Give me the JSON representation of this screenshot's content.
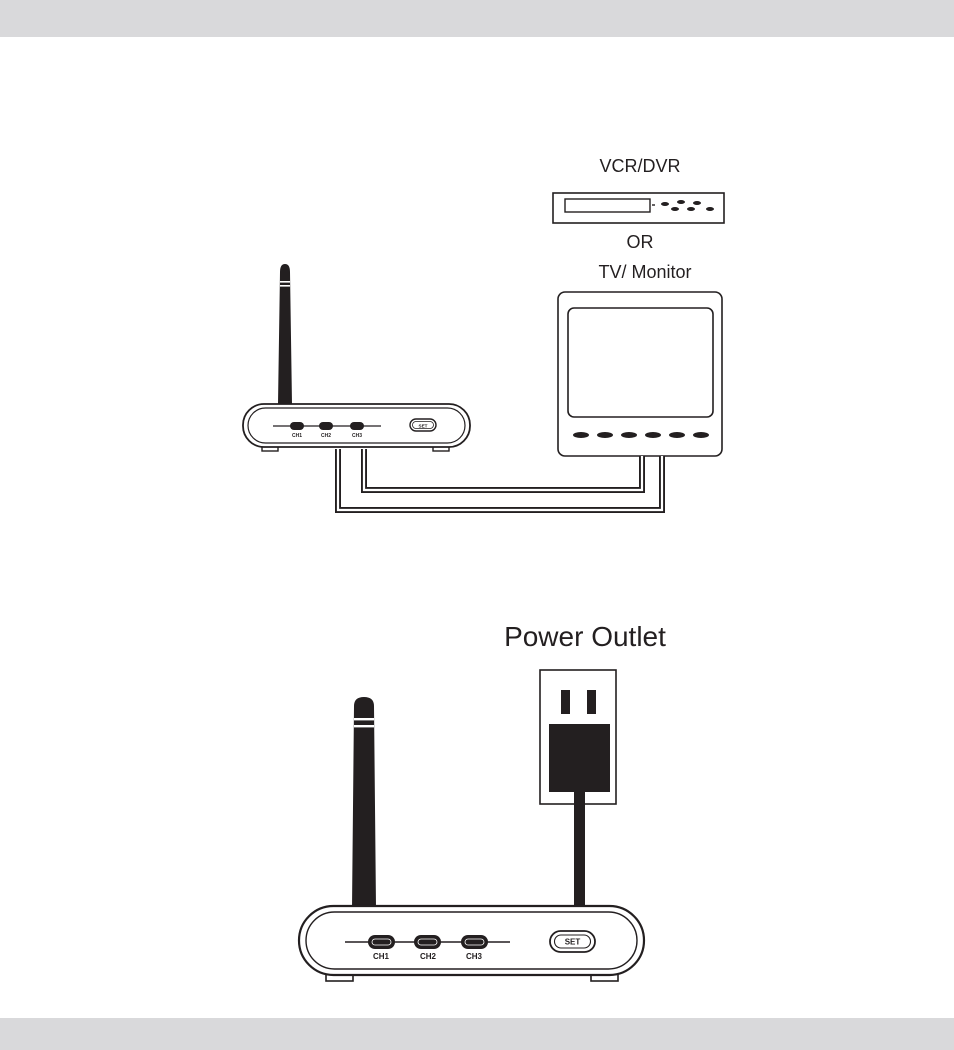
{
  "labels": {
    "vcr_dvr": "VCR/DVR",
    "or": "OR",
    "tv_monitor": "TV/ Monitor",
    "power_outlet": "Power Outlet"
  },
  "receiver": {
    "channels": [
      "CH1",
      "CH2",
      "CH3"
    ],
    "set_label": "SET"
  },
  "colors": {
    "ink": "#231f20",
    "band": "#d9d9db",
    "background": "#ffffff"
  }
}
